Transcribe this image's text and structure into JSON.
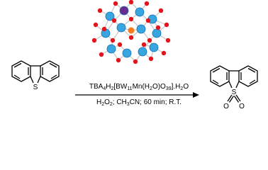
{
  "reaction": {
    "catalyst": {
      "parts": [
        "TBA",
        "4",
        "H",
        "2",
        "[BW",
        "11",
        "Mn(H",
        "2",
        "O)O",
        "39",
        "].H",
        "2",
        "O"
      ],
      "sub_mask": [
        false,
        true,
        false,
        true,
        false,
        true,
        false,
        true,
        false,
        true,
        false,
        true,
        false
      ]
    },
    "conditions": {
      "parts": [
        "H",
        "2",
        "O",
        "2",
        "; CH",
        "3",
        "CN; 60 min; R.T."
      ],
      "sub_mask": [
        false,
        true,
        false,
        true,
        false,
        true,
        false
      ]
    },
    "reactant": {
      "heteroatom": "S"
    },
    "product": {
      "heteroatom": "S",
      "oxygen_left": "O",
      "oxygen_right": "O"
    }
  },
  "colors": {
    "sulfur": "#c9a800",
    "polyhedron_w": "#3aa6e0",
    "polyhedron_edge": "#0b6fb0",
    "oxygen": "#e3141b",
    "manganese": "#6a2b8f",
    "central": "#ff7a1a"
  }
}
